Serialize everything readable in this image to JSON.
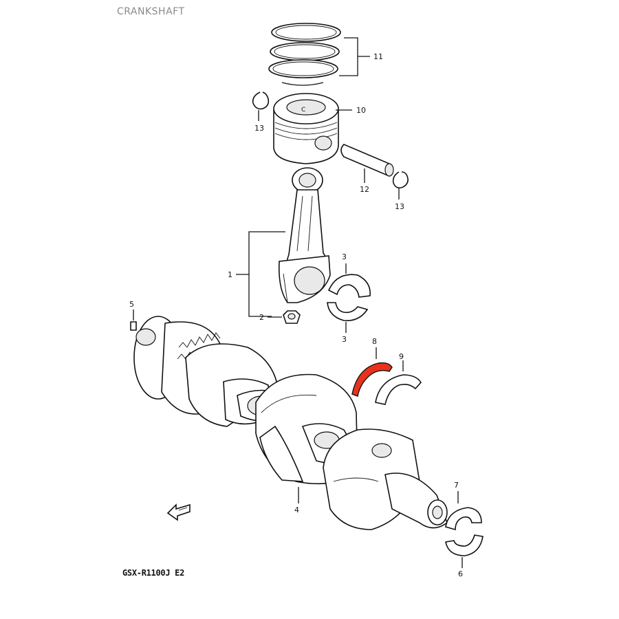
{
  "title": "CRANKSHAFT",
  "model_label": "GSX-R1100J E2",
  "callouts": [
    {
      "id": "11",
      "label": "11"
    },
    {
      "id": "10",
      "label": "10"
    },
    {
      "id": "13a",
      "label": "13"
    },
    {
      "id": "12",
      "label": "12"
    },
    {
      "id": "13b",
      "label": "13"
    },
    {
      "id": "1",
      "label": "1"
    },
    {
      "id": "2",
      "label": "2"
    },
    {
      "id": "3a",
      "label": "3"
    },
    {
      "id": "3b",
      "label": "3"
    },
    {
      "id": "5",
      "label": "5"
    },
    {
      "id": "8",
      "label": "8"
    },
    {
      "id": "9",
      "label": "9"
    },
    {
      "id": "4",
      "label": "4"
    },
    {
      "id": "7",
      "label": "7"
    },
    {
      "id": "6",
      "label": "6"
    }
  ],
  "colors": {
    "highlight": "#e8321e",
    "line": "#111111",
    "title": "#8a8a8a"
  },
  "highlighted_part": "8"
}
